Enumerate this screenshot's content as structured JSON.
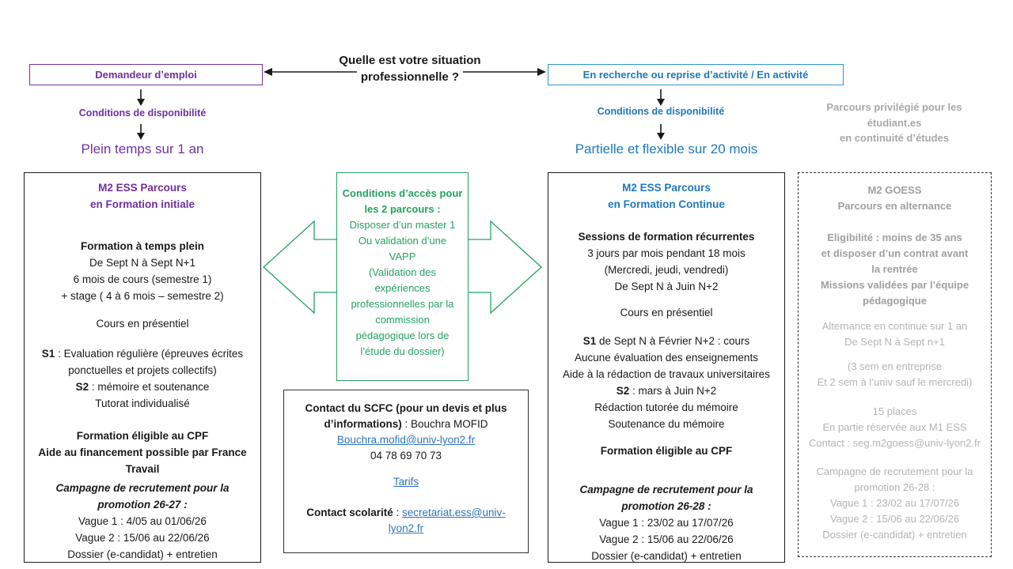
{
  "colors": {
    "purple": "#7030A0",
    "blue": "#1F78BE",
    "green": "#23A35F",
    "gray": "#A8A8A8",
    "link_blue": "#2E75B6"
  },
  "question": {
    "line1": "Quelle est votre situation",
    "line2": "professionnelle ?"
  },
  "left_branch": {
    "status_bold": "Demandeur",
    "status_rest": " d’emploi",
    "conditions": "Conditions de disponibilité",
    "availability": "Plein temps sur 1 an"
  },
  "right_branch": {
    "status": "En recherche ou reprise d’activité / En activité",
    "conditions": "Conditions de disponibilité",
    "availability": "Partielle et flexible sur 20 mois"
  },
  "gray_note": {
    "lines": [
      "Parcours privilégié pour les",
      "étudiant.es",
      "en continuité d’études"
    ]
  },
  "formation_initiale": {
    "title": [
      "M2 ESS Parcours",
      "en Formation initiale"
    ],
    "schedule_heading": "Formation à temps plein",
    "schedule_lines": [
      "De Sept N à Sept N+1",
      "6 mois de cours  (semestre 1)",
      "+ stage ( 4 à 6 mois – semestre 2)"
    ],
    "mode": "Cours en présentiel",
    "s1_label": "S1",
    "s1_text": " : Evaluation régulière (épreuves écrites",
    "s1_cont": "ponctuelles et projets collectifs)",
    "s2_label": "S2",
    "s2_text": " : mémoire et soutenance",
    "tutoring": "Tutorat individualisé",
    "funding_lines": [
      "Formation éligible au CPF",
      "Aide au financement possible par France Travail"
    ],
    "campaign_heading": "Campagne de recrutement pour la promotion 26-27 :",
    "campaign_lines": [
      "Vague 1 : 4/05 au 01/06/26",
      "Vague 2 : 15/06 au 22/06/26",
      "Dossier (e-candidat) + entretien"
    ]
  },
  "access_conditions": {
    "heading": [
      "Conditions d’accès pour",
      "les 2 parcours :"
    ],
    "lines": [
      "Disposer d’un master 1",
      "Ou validation d’une",
      "VAPP",
      "(Validation des",
      "expériences",
      "professionnelles par la",
      "commission",
      "pédagogique lors de",
      "l’étude du dossier)"
    ]
  },
  "contact": {
    "scfc_bold": "Contact du SCFC (pour un devis et plus d’informations)",
    "scfc_rest": " : Bouchra MOFID",
    "email": "Bouchra.mofid@univ-lyon2.fr",
    "phone": "04 78 69 70 73",
    "tarifs_link": "Tarifs",
    "scolarite_bold": "Contact scolarité",
    "scolarite_sep": " : ",
    "scolarite_email": "secretariat.ess@univ-lyon2.fr"
  },
  "formation_continue": {
    "title": [
      "M2 ESS Parcours",
      "en Formation Continue"
    ],
    "schedule_heading": "Sessions de formation récurrentes",
    "schedule_lines": [
      "3 jours par mois pendant 18 mois",
      "(Mercredi, jeudi, vendredi)",
      "De Sept N à Juin N+2"
    ],
    "mode": "Cours en présentiel",
    "s1_label": "S1",
    "s1_text": " de Sept N à Février N+2 : cours",
    "s1_lines": [
      "Aucune évaluation des enseignements",
      "Aide à la rédaction de travaux universitaires"
    ],
    "s2_label": "S2",
    "s2_text": " : mars à Juin N+2",
    "s2_lines": [
      "Rédaction tutorée du mémoire",
      "Soutenance du mémoire"
    ],
    "funding": "Formation éligible au CPF",
    "campaign_heading": "Campagne de recrutement pour la promotion 26-28 :",
    "campaign_lines": [
      "Vague 1 : 23/02 au 17/07/26",
      "Vague 2 : 15/06 au 22/06/26",
      "Dossier (e-candidat) + entretien"
    ]
  },
  "goess": {
    "title": [
      "M2 GOESS",
      "Parcours en alternance"
    ],
    "eligibility": [
      "Eligibilité : moins de 35 ans",
      "et disposer d’un contrat avant",
      "la rentrée",
      "Missions validées par l’équipe",
      "pédagogique"
    ],
    "rhythm": [
      "Alternance en continue sur 1 an",
      "De Sept N à Sept n+1"
    ],
    "weeks": [
      "(3 sem en entreprise",
      "Et 2 sem à l’univ sauf le mercredi)"
    ],
    "places": [
      "15 places",
      "En partie réservée aux M1 ESS",
      "Contact : seg.m2goess@univ-lyon2.fr"
    ],
    "campaign": [
      "Campagne de recrutement  pour la",
      "promotion  26-28 :",
      "Vague 1 : 23/02 au 17/07/26",
      "Vague 2 : 15/06 au 22/06/26",
      "Dossier (e-candidat) + entretien"
    ]
  }
}
